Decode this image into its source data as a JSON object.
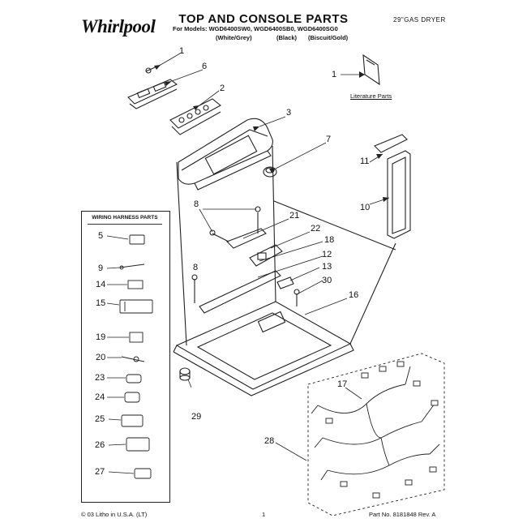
{
  "header": {
    "brand_logo": "Whirlpool",
    "title": "TOP AND CONSOLE PARTS",
    "product_tag": "29\"GAS DRYER",
    "models_line": "For Models: WGD6400SW0, WGD6400SB0, WGD6400SG0",
    "colors": [
      "(White/Grey)",
      "(Black)",
      "(Biscuit/Gold)"
    ]
  },
  "wiring_box": {
    "heading": "WIRING HARNESS PARTS",
    "items": [
      "5",
      "9",
      "14",
      "15",
      "19",
      "20",
      "23",
      "24",
      "25",
      "26",
      "27"
    ]
  },
  "main_callouts": [
    "1",
    "6",
    "2",
    "3",
    "7",
    "1",
    "11",
    "10",
    "8",
    "21",
    "22",
    "18",
    "12",
    "8",
    "13",
    "30",
    "16",
    "17",
    "28",
    "29"
  ],
  "literature_label": "Literature Parts",
  "footer": {
    "left": "© 03 Litho in U.S.A. (LT)",
    "center": "1",
    "right": "Part No. 8181848 Rev. A"
  }
}
